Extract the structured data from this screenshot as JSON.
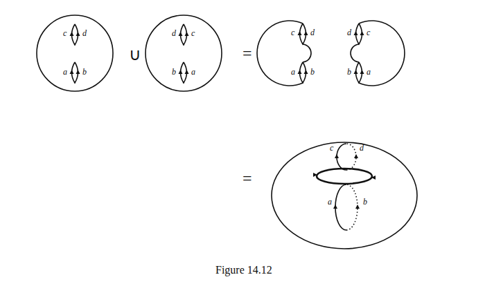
{
  "diagram": {
    "caption": "Figure 14.12",
    "labels": [
      "c",
      "d",
      "a",
      "b",
      "∪",
      "d",
      "c",
      "b",
      "a",
      "=",
      "c",
      "d",
      "a",
      "b",
      "d",
      "c",
      "b",
      "a",
      "=",
      "c",
      "d",
      "a",
      "b"
    ]
  }
}
